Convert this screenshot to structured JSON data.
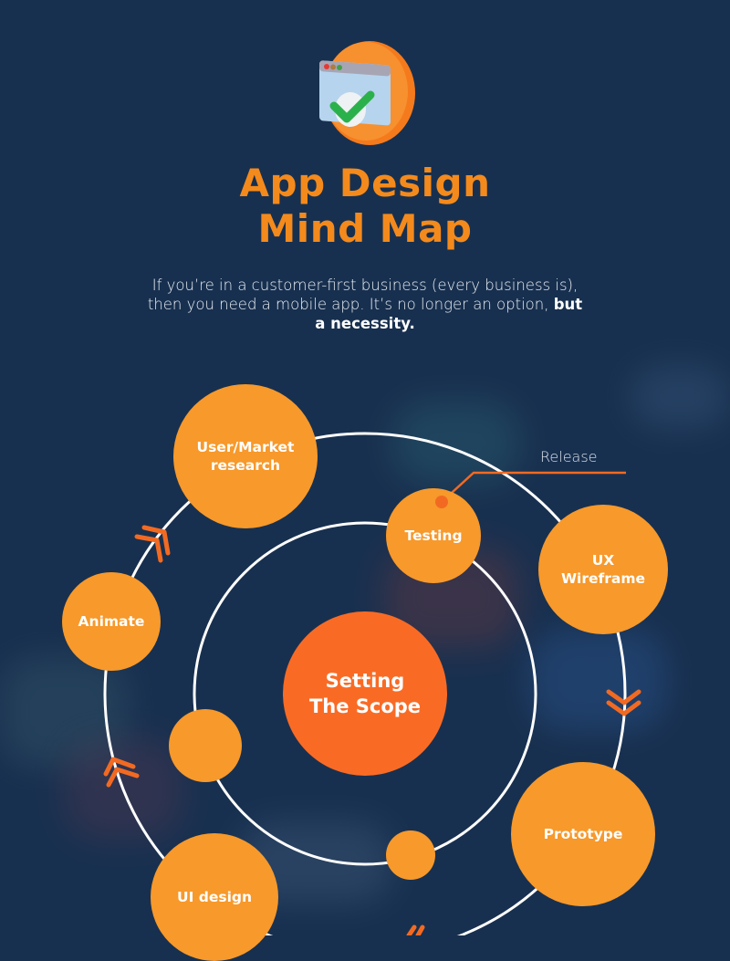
{
  "header": {
    "icon": "app-window-checkmark-icon",
    "title_line1": "App Design",
    "title_line2": "Mind Map",
    "subtitle_regular": "If you’re in a customer-first business (every business is), then you need a mobile app. It’s no longer an option, ",
    "subtitle_bold": "but a necessity."
  },
  "colors": {
    "background": "#18304f",
    "title": "#f48a1c",
    "node": "#f7992b",
    "center_node": "#f96b25",
    "arrow": "#f26a22",
    "ring": "#ffffff"
  },
  "diagram": {
    "center": {
      "label": "Setting The Scope",
      "line1": "Setting",
      "line2": "The Scope"
    },
    "outer_nodes": [
      {
        "id": "user-market-research",
        "line1": "User/Market",
        "line2": "research"
      },
      {
        "id": "ux-wireframe",
        "line1": "UX",
        "line2": "Wireframe"
      },
      {
        "id": "prototype",
        "line1": "Prototype",
        "line2": ""
      },
      {
        "id": "ui-design",
        "line1": "UI design",
        "line2": ""
      },
      {
        "id": "animate",
        "line1": "Animate",
        "line2": ""
      }
    ],
    "inner_nodes": [
      {
        "id": "testing",
        "label": "Testing"
      },
      {
        "id": "inner-dot-left",
        "label": ""
      },
      {
        "id": "inner-dot-bottom",
        "label": ""
      }
    ],
    "callout": {
      "label": "Release"
    },
    "arrows": [
      "chevron-arrow-upper-left",
      "chevron-arrow-right-down",
      "chevron-arrow-left-up",
      "chevron-arrow-bottom"
    ]
  }
}
